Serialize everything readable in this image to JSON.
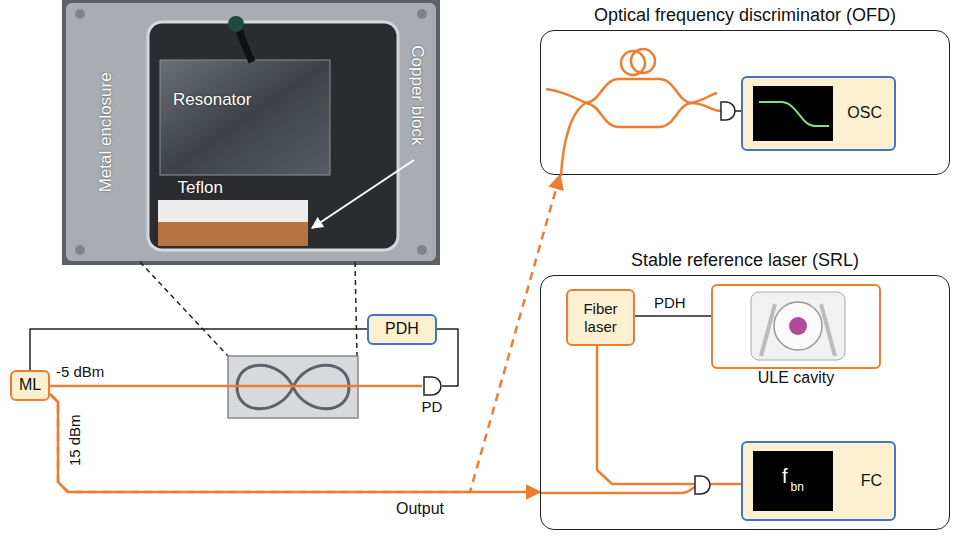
{
  "diagram": {
    "nodes": [
      {
        "text": [
          "Optical frequency discriminator (OFD)"
        ]
      },
      {
        "text": [
          "OSC"
        ],
        "in": 0
      },
      {
        "text": [
          "PDH"
        ]
      },
      {
        "text": [
          "Stable reference laser (SRL)"
        ]
      },
      {
        "text": [
          "Fiber laser"
        ],
        "in": 3
      },
      {
        "text": [
          "ULE cavity"
        ],
        "in": 3
      },
      {
        "text": [
          "ML"
        ]
      },
      {
        "text": [
          "PD"
        ]
      },
      {
        "text": [
          "FC"
        ],
        "in": 3
      }
    ],
    "edges": [
      {
        "from": 6,
        "to": 7,
        "label": "-5 dBm",
        "arrow": "none"
      },
      {
        "from": 7,
        "to": 2,
        "arrow": "none"
      },
      {
        "from": 2,
        "to": 6,
        "arrow": "none"
      },
      {
        "from": 6,
        "to": 0,
        "arrow": "to"
      },
      {
        "from": 6,
        "to": 3,
        "arrow": "to"
      },
      {
        "from": 4,
        "to": 5,
        "label": "PDH",
        "arrow": "none"
      },
      {
        "from": 4,
        "to": 8,
        "arrow": "none"
      }
    ],
    "labels": [
      "Metal enclosure",
      "Resonator",
      "Teflon",
      "Copper block",
      "15 dBm",
      "Output",
      "f",
      "bn"
    ]
  }
}
